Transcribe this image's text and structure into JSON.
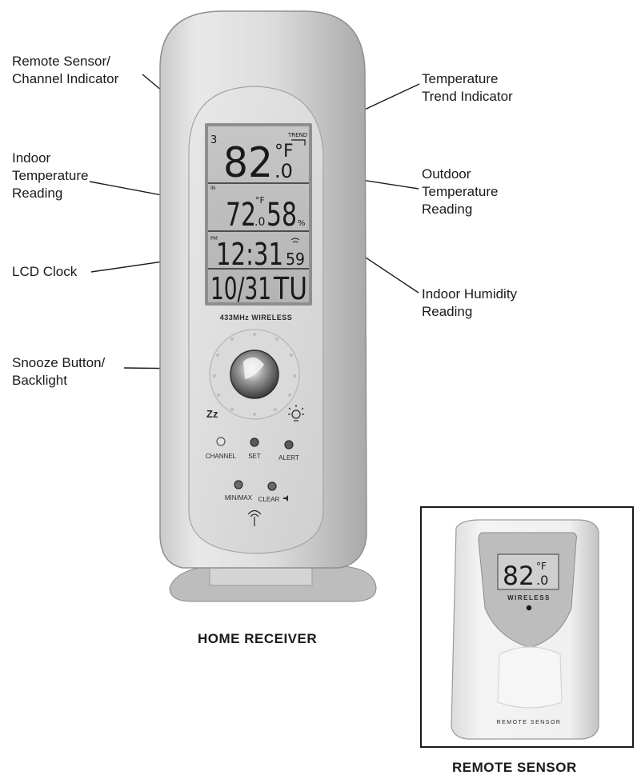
{
  "callouts": {
    "remote_channel": [
      "Remote Sensor/",
      "Channel Indicator"
    ],
    "trend": [
      "Temperature",
      "Trend Indicator"
    ],
    "indoor_temp": [
      "Indoor",
      "Temperature",
      "Reading"
    ],
    "outdoor_temp": [
      "Outdoor",
      "Temperature",
      "Reading"
    ],
    "clock": [
      "LCD Clock"
    ],
    "humidity": [
      "Indoor Humidity",
      "Reading"
    ],
    "snooze": [
      "Snooze Button/",
      "Backlight"
    ]
  },
  "captions": {
    "home_receiver": "HOME RECEIVER",
    "remote_sensor": "REMOTE SENSOR"
  },
  "receiver": {
    "lcd": {
      "channel": "3",
      "trend_label": "TREND",
      "outdoor_temp": "82",
      "outdoor_decimal": ".0",
      "outdoor_unit": "°F",
      "indoor_label": "IN",
      "indoor_temp": "72",
      "indoor_decimal": ".0",
      "indoor_unit": "°F",
      "humidity": "58",
      "humidity_unit": "%",
      "pm_label": "PM",
      "clock_time": "12:31",
      "clock_seconds": "59",
      "date": "10/31",
      "weekday": "TU"
    },
    "brand_strip": "433MHz WIRELESS",
    "buttons": {
      "channel": "CHANNEL",
      "set": "SET",
      "alert": "ALERT",
      "minmax": "MIN/MAX",
      "clear": "CLEAR"
    },
    "snooze_symbol": "Zz"
  },
  "sensor": {
    "display_temp": "82",
    "display_decimal": ".0",
    "display_unit": "°F",
    "wireless_label": "WIRELESS",
    "bottom_label": "REMOTE SENSOR"
  }
}
